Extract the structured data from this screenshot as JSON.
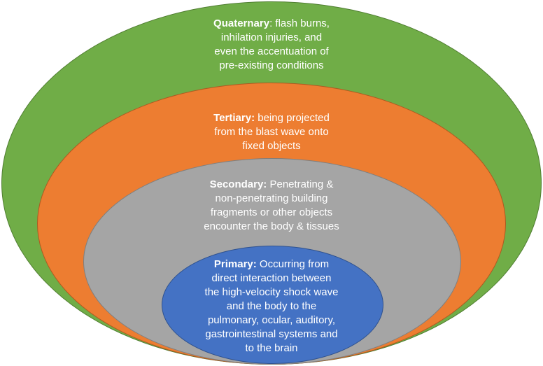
{
  "layers": {
    "quaternary": {
      "color": "#70ad47",
      "lead": "Quaternary",
      "line1_rest": ": flash burns,",
      "line2": "inhilation injuries, and",
      "line3": "even the accentuation of",
      "line4": "pre-existing conditions"
    },
    "tertiary": {
      "color": "#ed7d31",
      "lead": "Tertiary:",
      "line1_rest": " being projected",
      "line2": "from the blast wave onto",
      "line3": "fixed objects"
    },
    "secondary": {
      "color": "#a5a5a5",
      "lead": "Secondary:",
      "line1_rest": " Penetrating &",
      "line2": "non-penetrating building",
      "line3": "fragments or other objects",
      "line4": "encounter the body &  tissues"
    },
    "primary": {
      "color": "#4472c4",
      "lead": "Primary:",
      "line1_rest": " Occurring from",
      "line2": "direct interaction between",
      "line3": "the high-velocity shock wave",
      "line4": "and the body to the",
      "line5": "pulmonary, ocular, auditory,",
      "line6": "gastrointestinal systems and",
      "line7": "to the brain"
    }
  }
}
